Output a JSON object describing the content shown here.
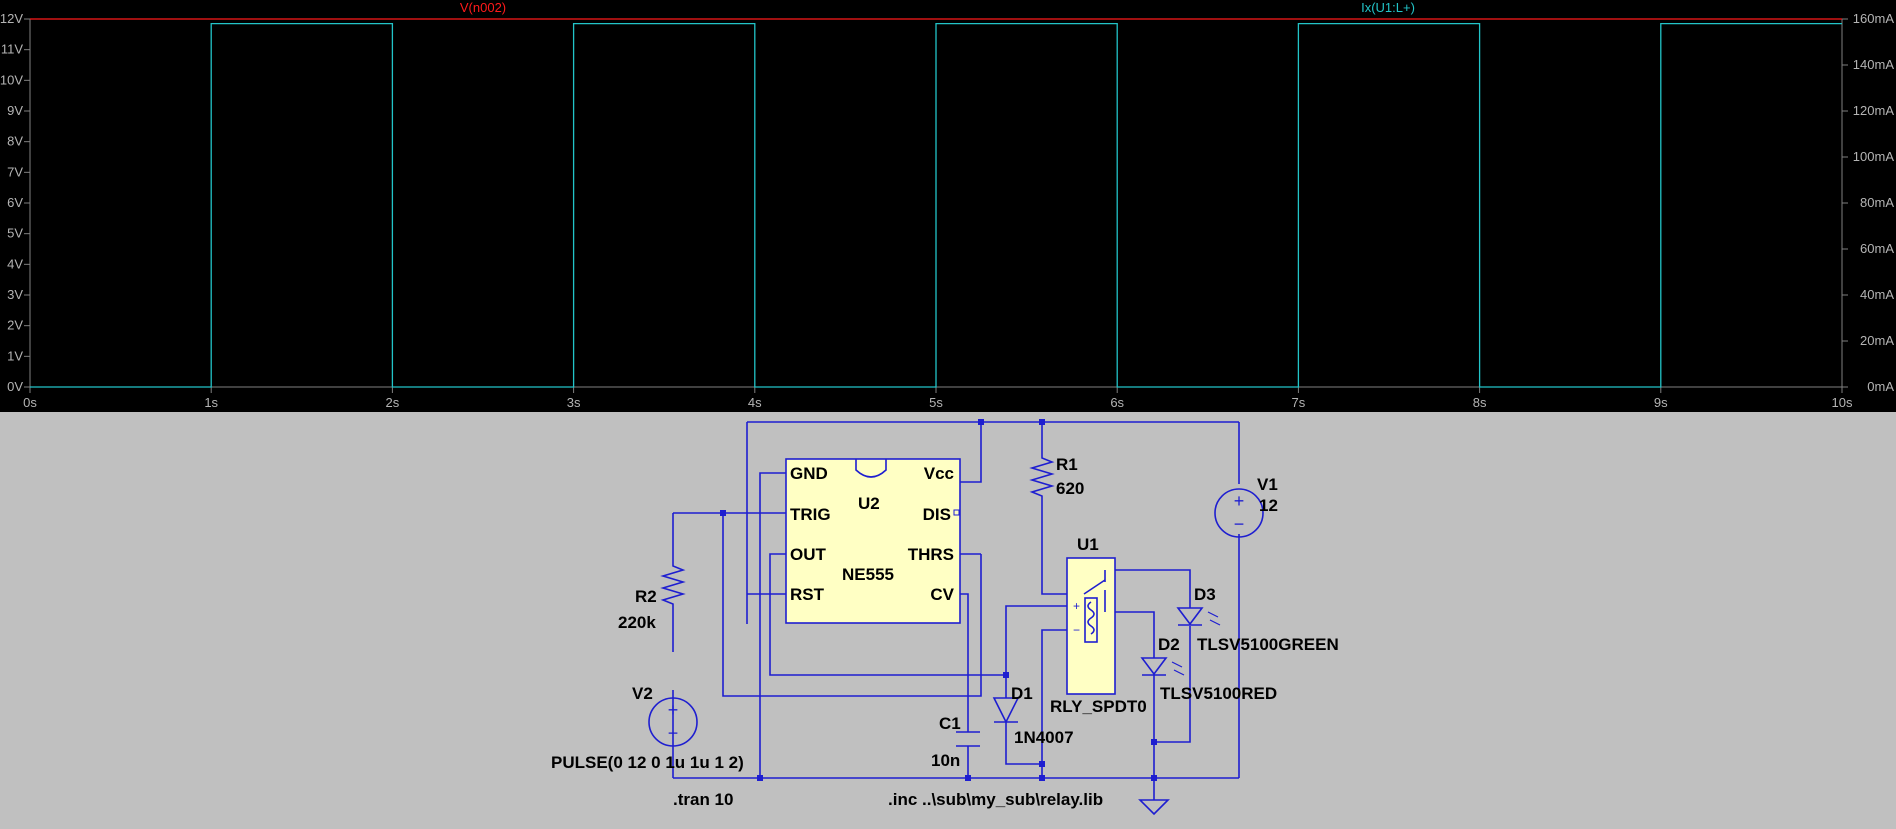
{
  "waveform": {
    "traces": [
      {
        "name": "V(n002)",
        "color": "#ff1a1a",
        "axis": "left"
      },
      {
        "name": "Ix(U1:L+)",
        "color": "#22c4c8",
        "axis": "right"
      }
    ],
    "left_axis_ticks": [
      "0V",
      "1V",
      "2V",
      "3V",
      "4V",
      "5V",
      "6V",
      "7V",
      "8V",
      "9V",
      "10V",
      "11V",
      "12V"
    ],
    "right_axis_ticks": [
      "0mA",
      "20mA",
      "40mA",
      "60mA",
      "80mA",
      "100mA",
      "120mA",
      "140mA",
      "160mA"
    ],
    "x_axis_ticks": [
      "0s",
      "1s",
      "2s",
      "3s",
      "4s",
      "5s",
      "6s",
      "7s",
      "8s",
      "9s",
      "10s"
    ]
  },
  "chart_data": {
    "type": "line",
    "xlabel": "",
    "ylabel": "",
    "xlim": [
      0,
      10
    ],
    "ylim_left": [
      0,
      12
    ],
    "ylim_right": [
      0,
      160
    ],
    "grid": false,
    "series": [
      {
        "name": "V(n002)",
        "axis": "left",
        "x": [
          0,
          10
        ],
        "y": [
          12,
          12
        ]
      },
      {
        "name": "Ix(U1:L+)",
        "axis": "right",
        "x": [
          0,
          1,
          1,
          2,
          2,
          3,
          3,
          4,
          4,
          5,
          5,
          6,
          6,
          7,
          7,
          8,
          8,
          9,
          9,
          10
        ],
        "y": [
          0,
          0,
          158,
          158,
          0,
          0,
          158,
          158,
          0,
          0,
          158,
          158,
          0,
          0,
          158,
          158,
          0,
          0,
          158,
          158
        ]
      }
    ]
  },
  "schematic": {
    "u2": {
      "ref": "U2",
      "part": "NE555",
      "pins": {
        "gnd": "GND",
        "vcc": "Vcc",
        "trig": "TRIG",
        "dis": "DIS",
        "out": "OUT",
        "thrs": "THRS",
        "rst": "RST",
        "cv": "CV"
      }
    },
    "r1": {
      "ref": "R1",
      "value": "620"
    },
    "r2": {
      "ref": "R2",
      "value": "220k"
    },
    "v1": {
      "ref": "V1",
      "value": "12"
    },
    "v2": {
      "ref": "V2",
      "value": "PULSE(0 12 0 1u 1u 1 2)"
    },
    "c1": {
      "ref": "C1",
      "value": "10n"
    },
    "d1": {
      "ref": "D1",
      "value": "1N4007"
    },
    "d2": {
      "ref": "D2",
      "value": "TLSV5100RED"
    },
    "d3": {
      "ref": "D3",
      "value": "TLSV5100GREEN"
    },
    "u1": {
      "ref": "U1",
      "value": "RLY_SPDT0"
    },
    "directives": {
      "tran": ".tran 10",
      "inc": ".inc ..\\sub\\my_sub\\relay.lib"
    }
  }
}
